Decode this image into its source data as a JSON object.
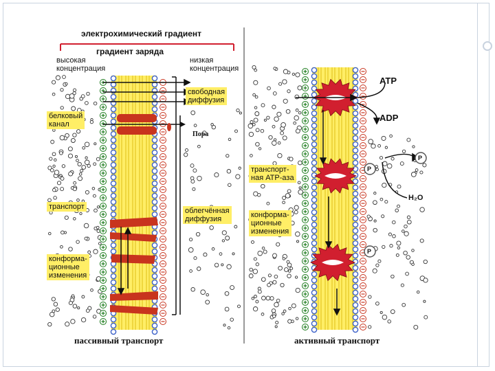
{
  "labels": {
    "electrochemical_gradient": "электрохимический градиент",
    "charge_gradient": "градиент заряда",
    "high_concentration": "высокая\nконцентрация",
    "low_concentration": "низкая\nконцентрация",
    "free_diffusion": "свободная\nдиффузия",
    "protein_channel": "белковый\nканал",
    "pore": "Пора",
    "transporter": "транспорт",
    "facilitated_diffusion": "облегчённая\nдиффузия",
    "conformational_changes_left": "конформа-\nционные\nизменения",
    "transport_atpase": "транспорт-\nная АТР-аза",
    "conformational_changes_right": "конформа-\nционные\nизменения",
    "atp": "ATP",
    "adp": "ADP",
    "h2o": "H₂O",
    "phosphate": "P",
    "passive_transport": "пассивный транспорт",
    "active_transport": "активный транспорт"
  },
  "colors": {
    "membrane_band": "#ffee66",
    "lipid_head": "#3a5fc8",
    "protein": "#c8341e",
    "pump": "#d11f2f",
    "red_bracket": "#d11f2f"
  }
}
